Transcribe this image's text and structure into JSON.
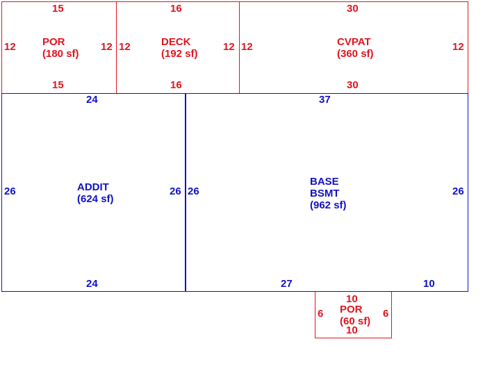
{
  "rooms": {
    "por_top": {
      "name": "POR",
      "area": "(180 sf)",
      "dims": {
        "top": "15",
        "bottom": "15",
        "left": "12",
        "right": "12"
      },
      "color": "#e0141e"
    },
    "deck": {
      "name": "DECK",
      "area": "(192 sf)",
      "dims": {
        "top": "16",
        "bottom": "16",
        "left": "12",
        "right": "12"
      },
      "color": "#e0141e"
    },
    "cvpat": {
      "name": "CVPAT",
      "area": "(360 sf)",
      "dims": {
        "top": "30",
        "bottom": "30",
        "left": "12",
        "right": "12"
      },
      "color": "#e0141e"
    },
    "addit": {
      "name": "ADDIT",
      "area": "(624 sf)",
      "dims": {
        "top": "24",
        "bottom": "24",
        "left": "26",
        "right": "26"
      },
      "color": "#1010c8"
    },
    "base": {
      "name_line1": "BASE",
      "name_line2": "BSMT",
      "area": "(962 sf)",
      "dims": {
        "top": "37",
        "bottom_left": "27",
        "bottom_right": "10",
        "left": "26",
        "right": "26"
      },
      "color": "#1010c8"
    },
    "por_bottom": {
      "name": "POR",
      "area": "(60 sf)",
      "dims": {
        "top": "10",
        "bottom": "10",
        "left": "6",
        "right": "6"
      },
      "color": "#e0141e"
    }
  }
}
